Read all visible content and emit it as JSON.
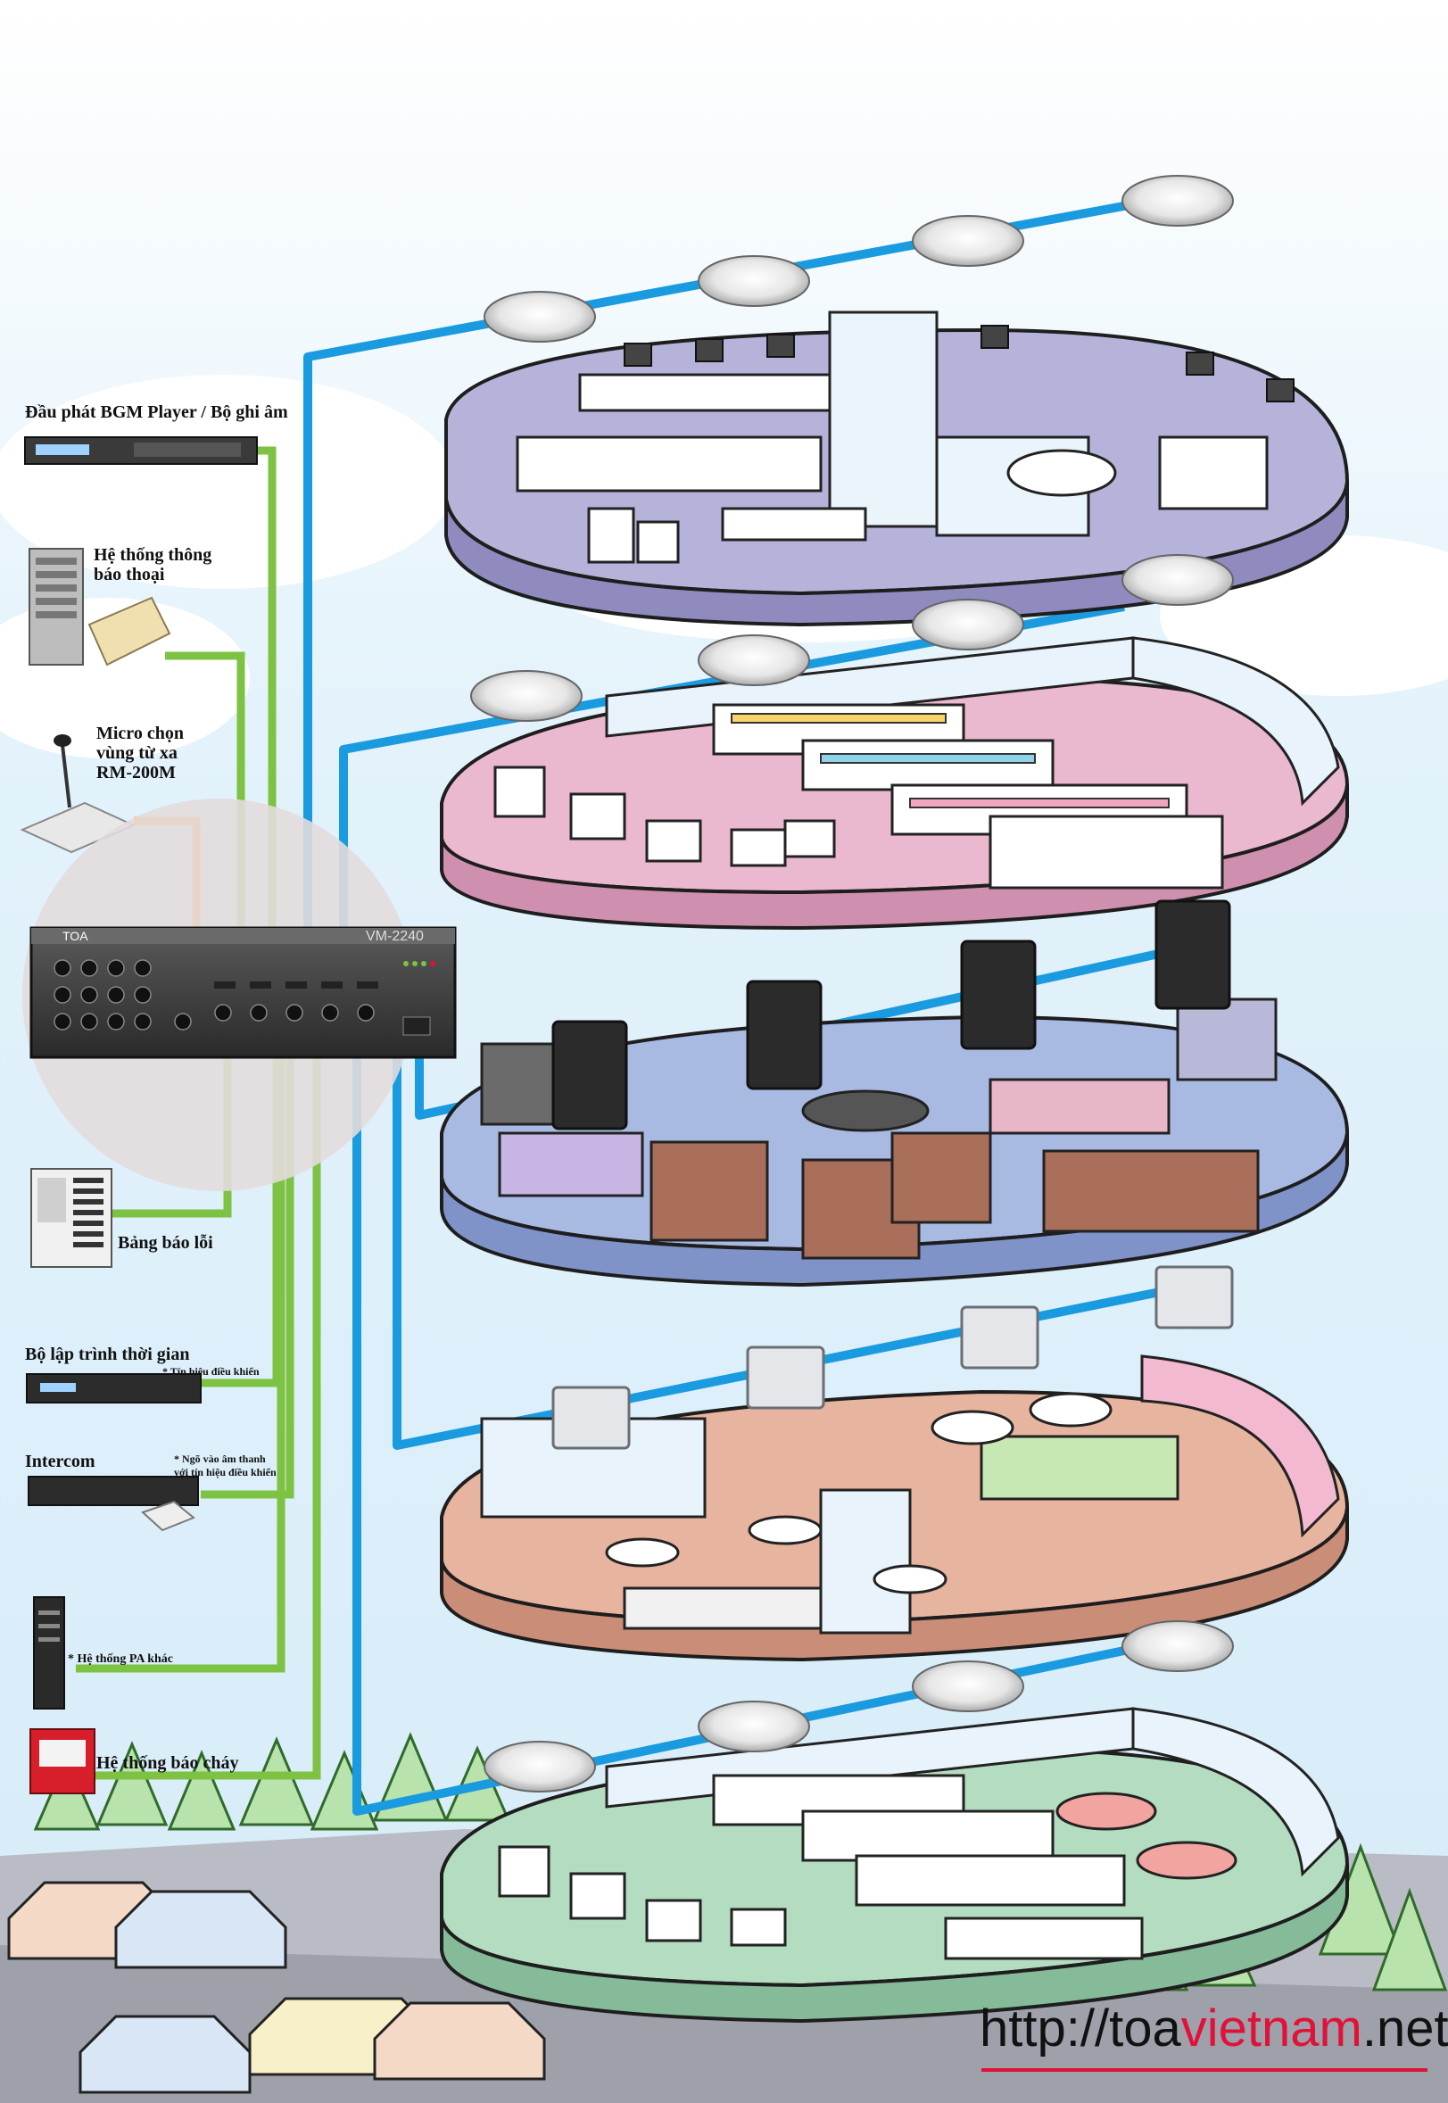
{
  "devices": {
    "bgm": "Đầu phát BGM Player /  Bộ ghi âm",
    "phone_paging_1": "Hệ thống thông",
    "phone_paging_2": "báo thoại",
    "mic_1": "Micro chọn",
    "mic_2": "vùng từ xa",
    "mic_3": "RM-200M",
    "amp_brand": "TOA",
    "amp_model": "VM-2240",
    "fault_panel": "Bảng báo lỗi",
    "timer": "Bộ lập trình thời gian",
    "timer_note": "* Tín hiệu điều khiển",
    "intercom": "Intercom",
    "intercom_note_1": "* Ngõ vào âm thanh",
    "intercom_note_2": "với tín hiệu điều khiển",
    "other_pa": "* Hệ thống PA khác",
    "fire_alarm": "Hệ thống báo cháy"
  },
  "website": {
    "prefix": "http://",
    "brand": "toa",
    "middle": "vietnam",
    "suffix": ".net"
  },
  "colors": {
    "green_wire": "#7dc242",
    "blue_wire": "#1a9be0",
    "orange_wire": "#f7941d",
    "office_floor": "#b6b3da",
    "shop_floor": "#eab9cf",
    "apparel_floor": "#a8b9e2",
    "cafe_floor": "#e7b49f",
    "market_floor": "#b3dcc0",
    "accent_red": "#e0123a"
  }
}
